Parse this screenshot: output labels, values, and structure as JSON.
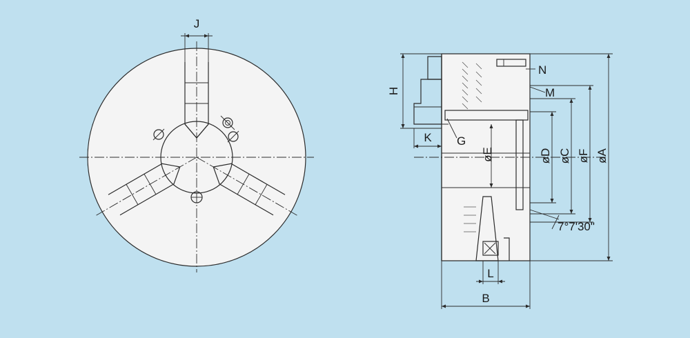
{
  "front_view": {
    "labels": {
      "j": "J"
    }
  },
  "side_view": {
    "labels": {
      "h": "H",
      "n": "N",
      "m": "M",
      "k": "K",
      "g": "G",
      "e": "øE",
      "d": "øD",
      "c": "øC",
      "f": "øF",
      "a": "øA",
      "angle": "7°7'30\"",
      "l": "L",
      "b": "B"
    }
  }
}
